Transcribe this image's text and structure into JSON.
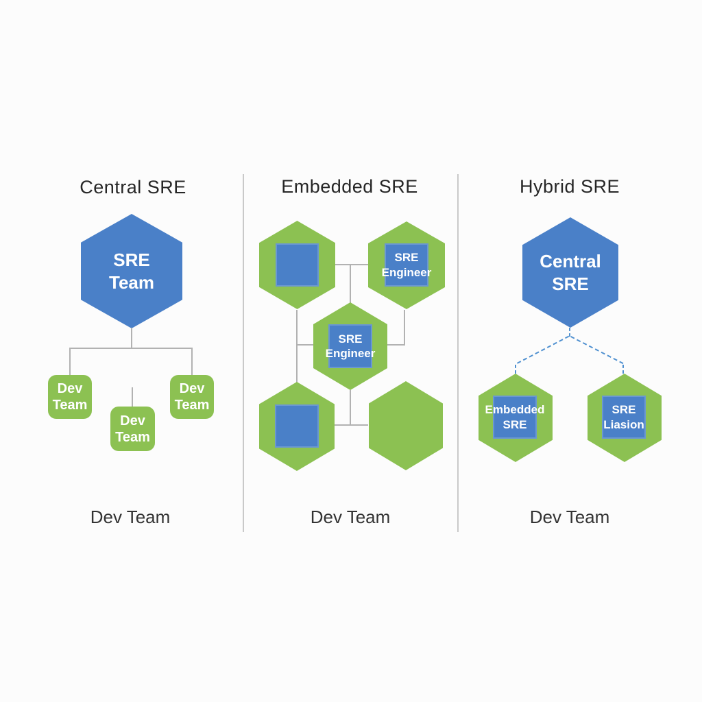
{
  "background": "#fcfcfc",
  "colors": {
    "blue": "#4a80c8",
    "green": "#8cc152",
    "connector_gray": "#b2b2b2",
    "divider_gray": "#c9c9c9",
    "dashed_blue": "#4f90d0",
    "title_text": "#262626",
    "footer_text": "#333333",
    "label_text": "#ffffff"
  },
  "panels": {
    "central": {
      "title": "Central SRE",
      "hexagon_label": "SRE Team",
      "dev_boxes": [
        "Dev Team",
        "Dev Team",
        "Dev Team"
      ],
      "footer": "Dev Team"
    },
    "embedded": {
      "title": "Embedded SRE",
      "top_right_label": "SRE Engineer",
      "center_label": "SRE Engineer",
      "footer": "Dev Team"
    },
    "hybrid": {
      "title": "Hybrid SRE",
      "hexagon_label": "Central SRE",
      "left_label": "Embedded SRE",
      "right_label": "SRE Liasion",
      "footer": "Dev Team"
    }
  }
}
